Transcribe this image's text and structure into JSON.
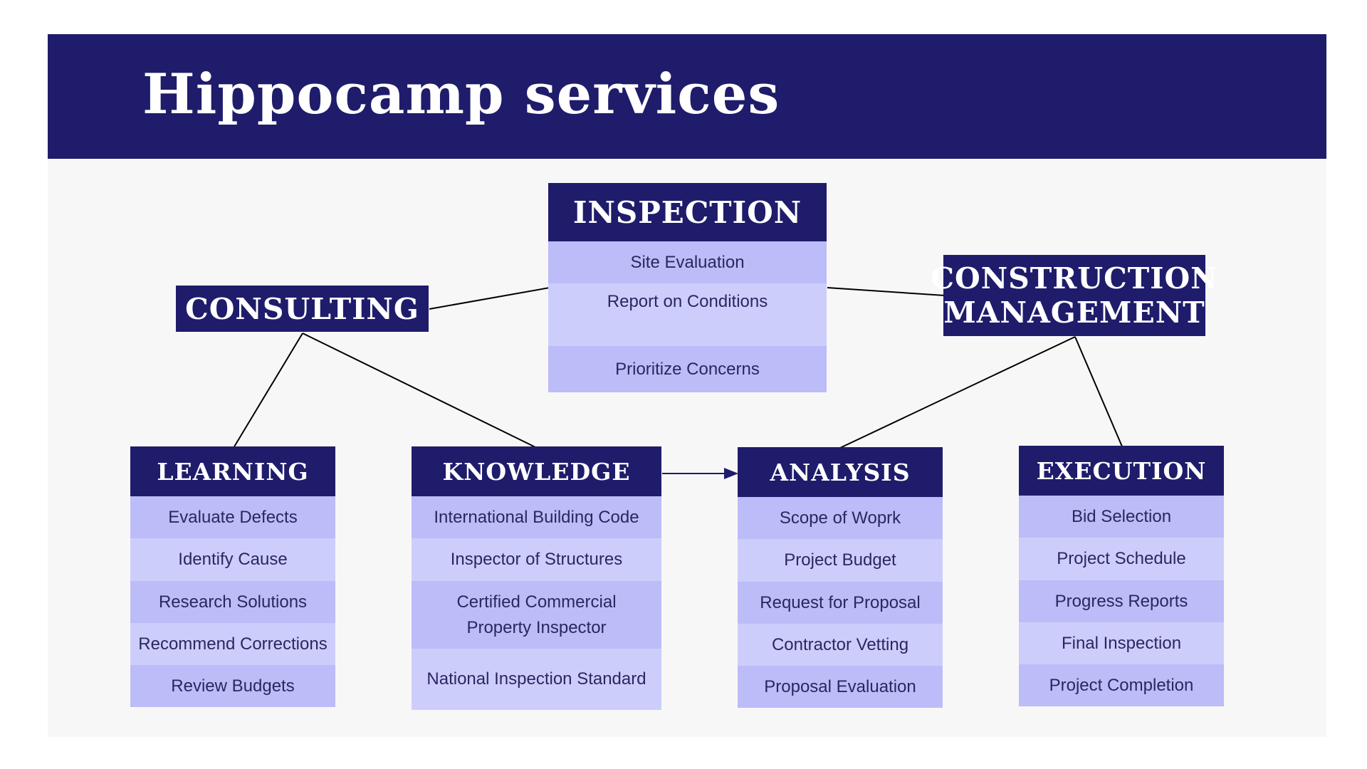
{
  "header": {
    "title": "Hippocamp services"
  },
  "nodes": {
    "inspection": {
      "title": "INSPECTION",
      "items": [
        "Site Evaluation",
        "Report on Conditions",
        "Prioritize Concerns"
      ]
    },
    "consulting": {
      "title": "CONSULTING"
    },
    "construction_management": {
      "title": "CONSTRUCTION MANAGEMENT"
    },
    "learning": {
      "title": "LEARNING",
      "items": [
        "Evaluate Defects",
        "Identify Cause",
        "Research Solutions",
        "Recommend Corrections",
        "Review Budgets"
      ]
    },
    "knowledge": {
      "title": "KNOWLEDGE",
      "items": [
        "International Building Code",
        "Inspector of Structures",
        "Certified  Commercial Property Inspector",
        "National Inspection Standard"
      ]
    },
    "analysis": {
      "title": "ANALYSIS",
      "items": [
        "Scope of Woprk",
        "Project Budget",
        "Request for Proposal",
        "Contractor Vetting",
        "Proposal Evaluation"
      ]
    },
    "execution": {
      "title": "EXECUTION",
      "items": [
        "Bid Selection",
        "Project Schedule",
        "Progress Reports",
        "Final Inspection",
        "Project Completion"
      ]
    }
  },
  "colors": {
    "header_bg": "#1f1c6b",
    "item_dark": "#bcbcf9",
    "item_light": "#cdcdfc",
    "canvas": "#f7f7f7"
  }
}
